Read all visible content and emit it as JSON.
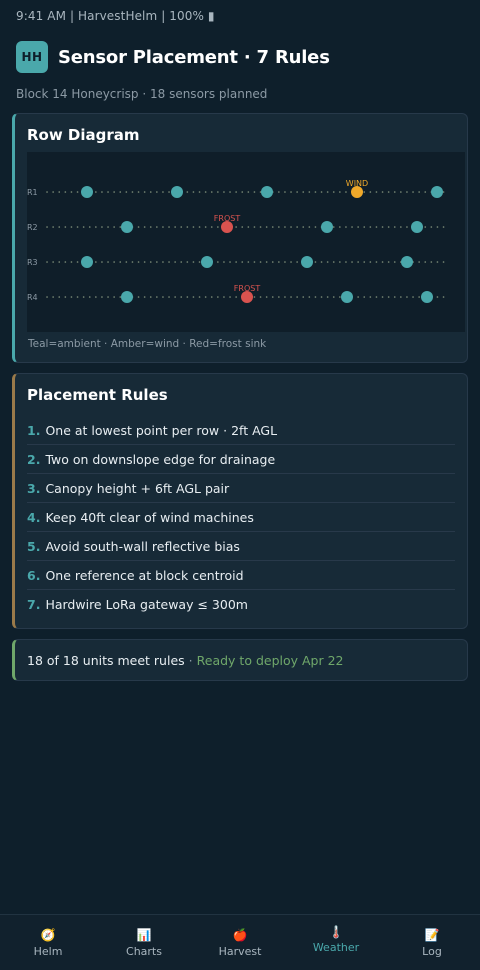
{
  "status_bar": "9:41 AM | HarvestHelm | 100% ▮",
  "header": {
    "logo": "HH",
    "title": "Sensor Placement · 7 Rules"
  },
  "subtitle": "Block 14 Honeycrisp · 18 sensors planned",
  "diagram": {
    "title": "Row Diagram",
    "legend": "Teal=ambient · Amber=wind · Red=frost sink",
    "colors": {
      "ambient": "#4aa8ab",
      "wind": "#f0a92a",
      "frost": "#d9534f",
      "row_line": "#7f8f7a"
    },
    "rows": [
      {
        "label": "R1",
        "sensors": [
          {
            "type": "ambient"
          },
          {
            "type": "ambient"
          },
          {
            "type": "ambient"
          },
          {
            "type": "wind",
            "tag": "WIND"
          },
          {
            "type": "ambient"
          }
        ]
      },
      {
        "label": "R2",
        "sensors": [
          {
            "type": "ambient"
          },
          {
            "type": "frost",
            "tag": "FROST"
          },
          {
            "type": "ambient"
          },
          {
            "type": "ambient"
          }
        ]
      },
      {
        "label": "R3",
        "sensors": [
          {
            "type": "ambient"
          },
          {
            "type": "ambient"
          },
          {
            "type": "ambient"
          },
          {
            "type": "ambient"
          }
        ]
      },
      {
        "label": "R4",
        "sensors": [
          {
            "type": "ambient"
          },
          {
            "type": "frost",
            "tag": "FROST"
          },
          {
            "type": "ambient"
          },
          {
            "type": "ambient"
          }
        ]
      }
    ]
  },
  "rules": {
    "title": "Placement Rules",
    "items": [
      {
        "num": "1.",
        "text": "One at lowest point per row · 2ft AGL"
      },
      {
        "num": "2.",
        "text": "Two on downslope edge for drainage"
      },
      {
        "num": "3.",
        "text": "Canopy height + 6ft AGL pair"
      },
      {
        "num": "4.",
        "text": "Keep 40ft clear of wind machines"
      },
      {
        "num": "5.",
        "text": "Avoid south-wall reflective bias"
      },
      {
        "num": "6.",
        "text": "One reference at block centroid"
      },
      {
        "num": "7.",
        "text": "Hardwire LoRa gateway ≤ 300m"
      }
    ]
  },
  "summary": {
    "text": "18 of 18 units meet rules",
    "separator": "·",
    "status": "Ready to deploy Apr 22"
  },
  "nav": {
    "items": [
      {
        "label": "Helm",
        "icon": "🧭",
        "icon_name": "compass-icon"
      },
      {
        "label": "Charts",
        "icon": "📊",
        "icon_name": "bar-chart-icon"
      },
      {
        "label": "Harvest",
        "icon": "🍎",
        "icon_name": "apple-icon"
      },
      {
        "label": "Weather",
        "icon": "🌡️",
        "icon_name": "thermometer-icon",
        "active": true
      },
      {
        "label": "Log",
        "icon": "📝",
        "icon_name": "memo-icon"
      }
    ]
  }
}
